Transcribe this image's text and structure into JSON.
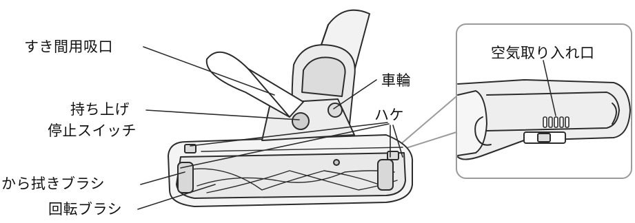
{
  "labels": {
    "gap_nozzle": "すき間用吸口",
    "lift_stop_line1": "持ち上げ",
    "lift_stop_line2": "停止スイッチ",
    "dry_wipe_brush": "から拭きブラシ",
    "rotating_brush": "回転ブラシ",
    "wheel": "車輪",
    "bristles": "ハケ",
    "air_intake": "空気取り入れ口"
  }
}
